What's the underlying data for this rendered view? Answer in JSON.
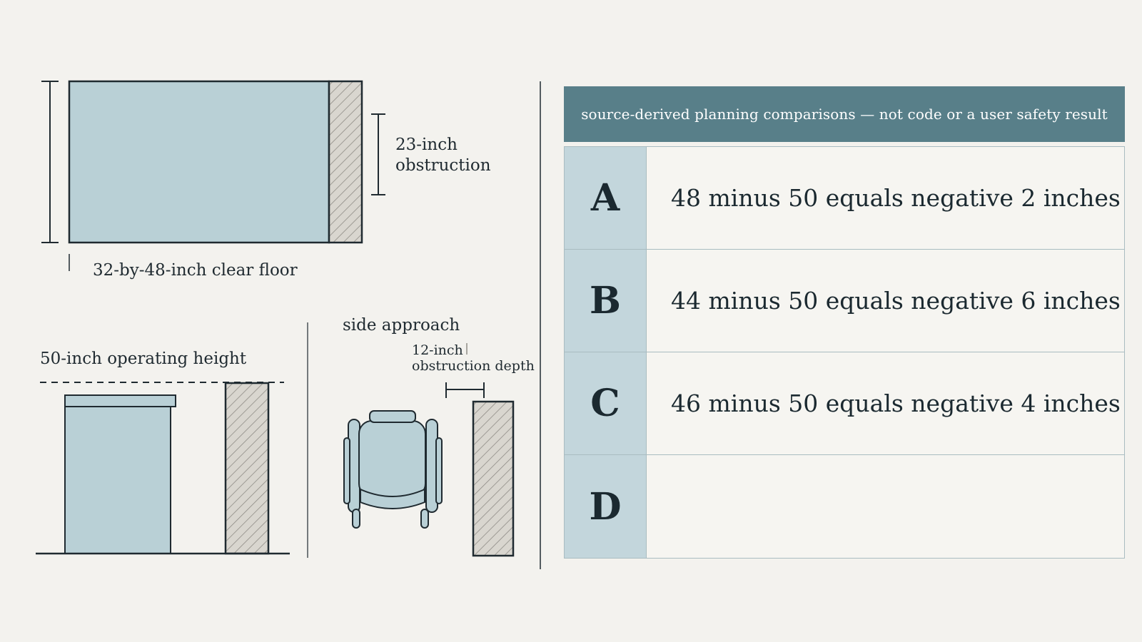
{
  "diagram": {
    "clear_floor_label": "32-by-48-inch clear floor",
    "obstruction_label_line1": "23-inch",
    "obstruction_label_line2": "obstruction",
    "operating_height_label": "50-inch operating height",
    "side_approach_label": "side approach",
    "obstruction_depth_line1": "12-inch",
    "obstruction_depth_line2": "obstruction depth"
  },
  "table": {
    "header": "source-derived planning comparisons — not code or a user safety result",
    "rows": [
      {
        "letter": "A",
        "text": "48 minus 50 equals negative 2 inches"
      },
      {
        "letter": "B",
        "text": "44 minus 50 equals negative 6 inches"
      },
      {
        "letter": "C",
        "text": "46 minus 50 equals negative 4 inches"
      },
      {
        "letter": "D",
        "text": ""
      }
    ]
  },
  "colors": {
    "background": "#f3f2ee",
    "panel_fill": "#b9d0d6",
    "hatch_fill": "#d9d6cf",
    "header_fill": "#587f89",
    "letter_cell": "#c3d6dc",
    "ink": "#1f2a30"
  }
}
